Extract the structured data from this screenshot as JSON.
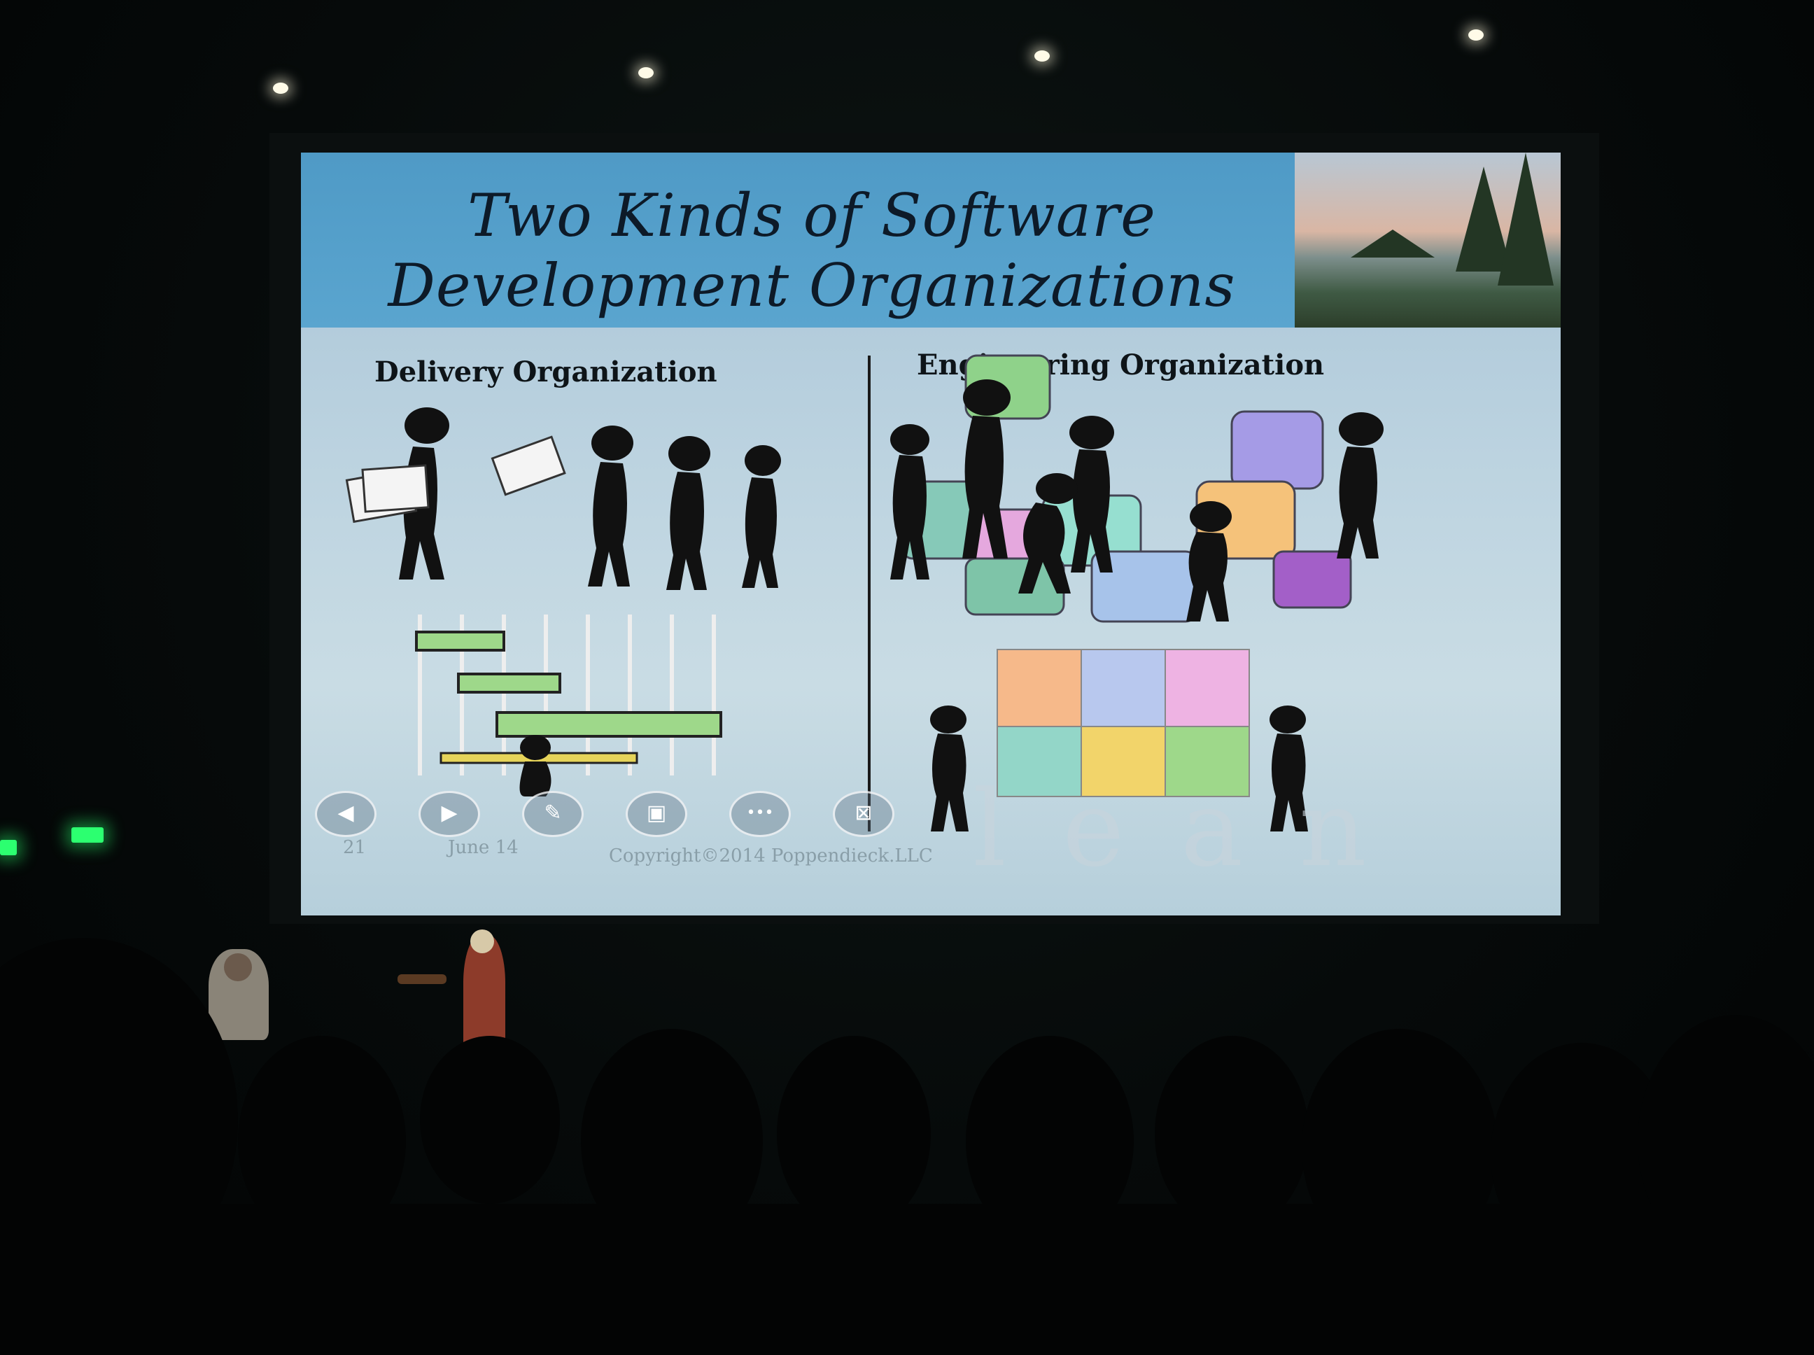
{
  "slide": {
    "title_line1": "Two Kinds of Software",
    "title_line2": "Development Organizations",
    "left_heading": "Delivery Organization",
    "right_heading": "Engineering Organization",
    "footer_page": "21",
    "footer_date": "June 14",
    "footer_copyright": "Copyright©2014 Poppendieck.LLC",
    "watermark": "lean"
  },
  "toolbar": {
    "prev_icon": "◀",
    "next_icon": "▶",
    "pen_icon": "✎",
    "screen_icon": "▣",
    "more_icon": "•••",
    "end_show_icon": "⊠"
  },
  "colors": {
    "slide_header": "#5aa5cf",
    "slide_body": "#c3d8e2",
    "gantt_bar": "#9ed88a",
    "exit_sign": "#2cff70"
  }
}
